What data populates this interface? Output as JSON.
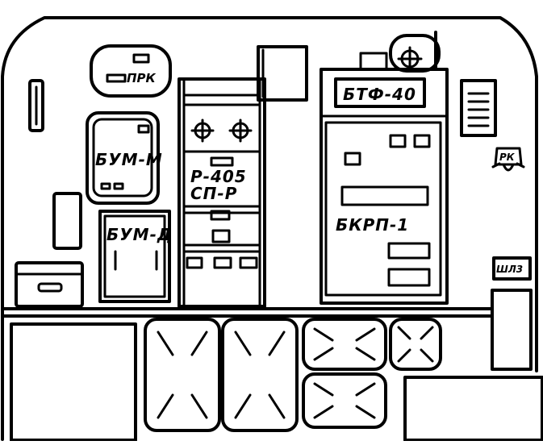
{
  "labels": {
    "prk": "ПРК",
    "bum_m": "БУМ-М",
    "bum_d": "БУМ-Д",
    "r405": "Р-405",
    "sp_r": "СП-Р",
    "btf40": "БТФ-40",
    "bkrp1": "БКРП-1",
    "rk": "РК",
    "shl3": "ШЛ3"
  },
  "colors": {
    "line": "#000000",
    "background": "#ffffff"
  }
}
